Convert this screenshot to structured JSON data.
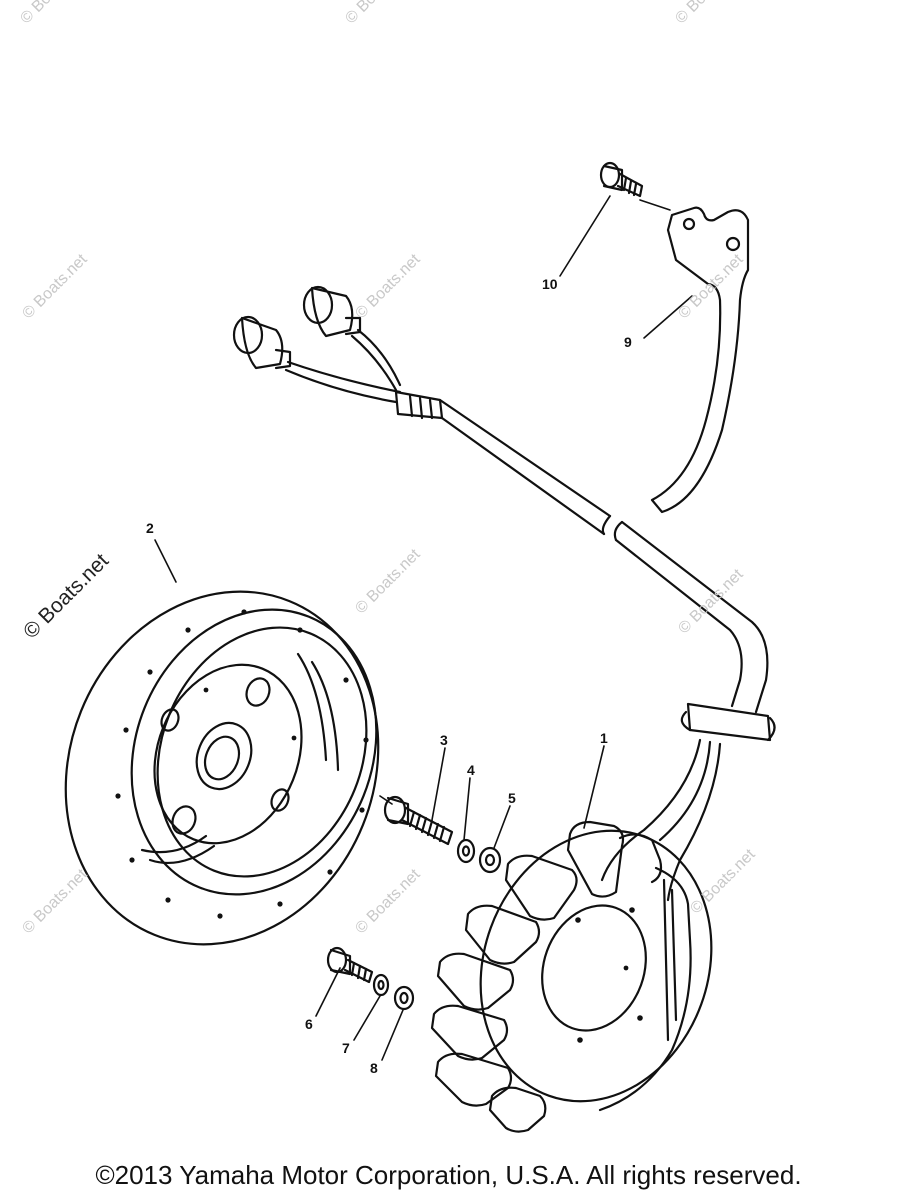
{
  "watermark": "© Boats.net",
  "callouts": {
    "c1": "1",
    "c2": "2",
    "c3": "3",
    "c4": "4",
    "c5": "5",
    "c6": "6",
    "c7": "7",
    "c8": "8",
    "c9": "9",
    "c10": "10"
  },
  "copyright": "©2013 Yamaha Motor Corporation, U.S.A. All rights reserved.",
  "colors": {
    "line": "#111111",
    "watermark": "#c8c8c8",
    "background": "#ffffff"
  }
}
